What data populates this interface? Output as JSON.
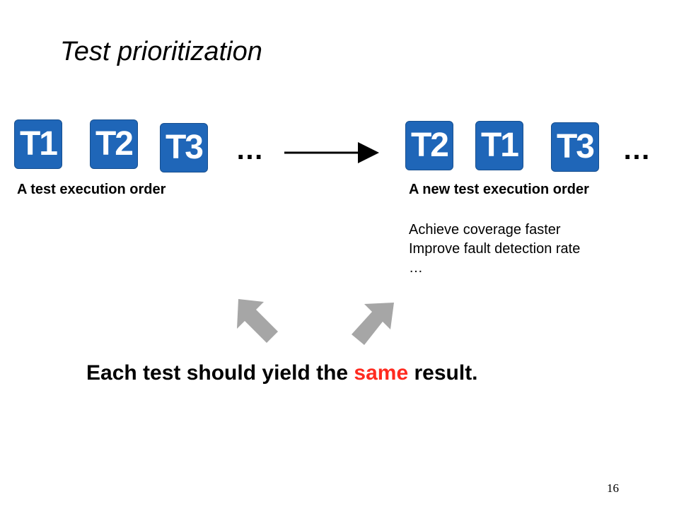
{
  "slide": {
    "title": "Test prioritization",
    "original_order": {
      "tiles": [
        "T1",
        "T2",
        "T3"
      ],
      "ellipsis": "…",
      "caption": "A test execution order"
    },
    "new_order": {
      "tiles": [
        "T2",
        "T1",
        "T3"
      ],
      "ellipsis": "…",
      "caption": "A new test execution order"
    },
    "benefits": [
      "Achieve coverage faster",
      "Improve fault detection rate",
      "…"
    ],
    "statement": {
      "before": "Each test should yield the ",
      "highlight": "same",
      "after": " result."
    },
    "page_number": "16"
  },
  "colors": {
    "tile": "#1f66b8",
    "highlight": "#ff2a1f",
    "arrow_gray": "#a6a6a6"
  }
}
